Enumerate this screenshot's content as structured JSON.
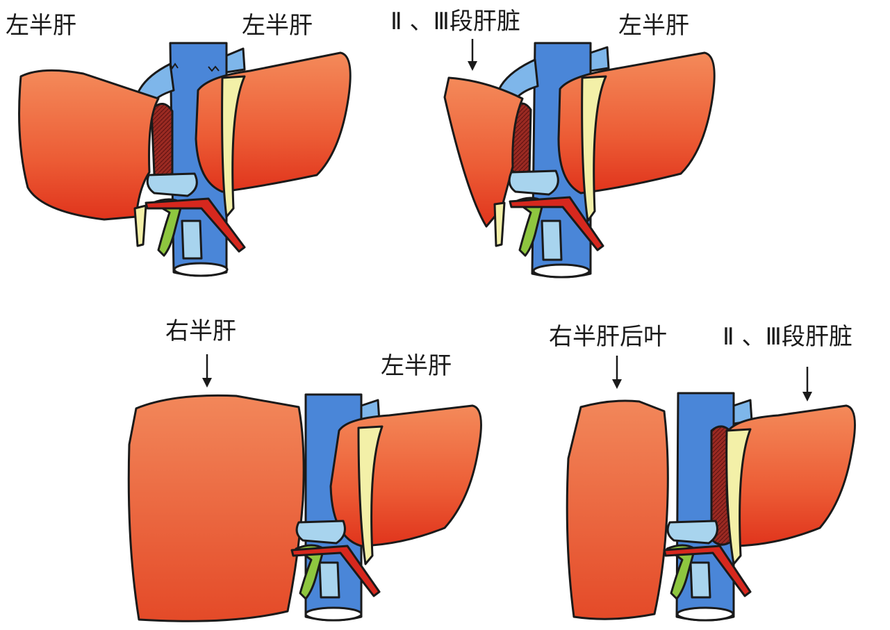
{
  "labels": {
    "p1_left": "左半肝",
    "p1_right": "左半肝",
    "p2_top": "Ⅱ 、Ⅲ段肝脏",
    "p2_right": "左半肝",
    "p3_top": "右半肝",
    "p3_right": "左半肝",
    "p4_left": "右半肝后叶",
    "p4_right": "Ⅱ 、Ⅲ段肝脏"
  },
  "colors": {
    "liver_light": "#f07a4a",
    "liver_dark": "#e23a1f",
    "vena_cava": "#4a86d8",
    "vena_cava_dark": "#2f5fb8",
    "portal_vein": "#a8d4ee",
    "artery": "#d6281e",
    "bile_duct": "#8ec63f",
    "ligament": "#f3f0a8",
    "caudate": "#8b1e1e"
  },
  "icons": [
    "arrow-down-icon"
  ]
}
